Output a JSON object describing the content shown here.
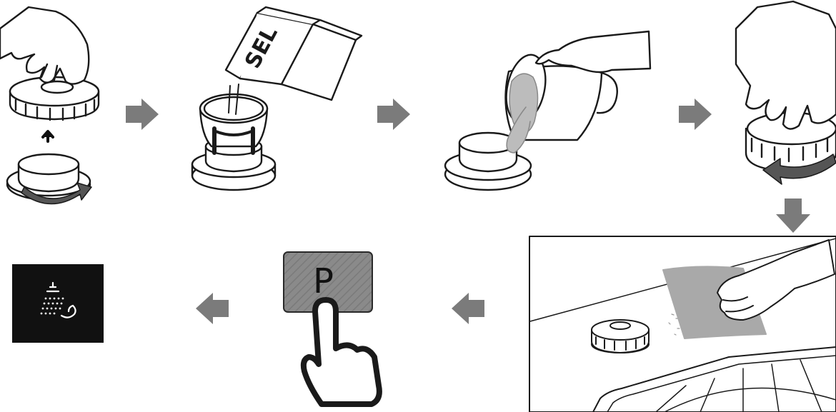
{
  "steps": [
    {
      "id": "unscrew-cap"
    },
    {
      "id": "pour-salt",
      "box_label": "SEL"
    },
    {
      "id": "pour-water"
    },
    {
      "id": "screw-cap"
    },
    {
      "id": "wipe-spilled-salt"
    },
    {
      "id": "press-program-button",
      "key_label": "P"
    },
    {
      "id": "salt-indicator-off"
    }
  ],
  "colors": {
    "arrow": "#7b7b7b",
    "button_fill": "#8a8a8a",
    "indicator_bg": "#111111",
    "line": "#1a1a1a",
    "cloth": "#a9a9a9",
    "water": "#bcbcbc"
  },
  "icons": [
    "hand-icon",
    "salt-reservoir-cap-icon",
    "salt-box-icon",
    "funnel-icon",
    "water-jug-icon",
    "rotate-arrow-icon",
    "cloth-icon",
    "program-key-icon",
    "finger-press-icon",
    "salt-refill-indicator-icon"
  ]
}
